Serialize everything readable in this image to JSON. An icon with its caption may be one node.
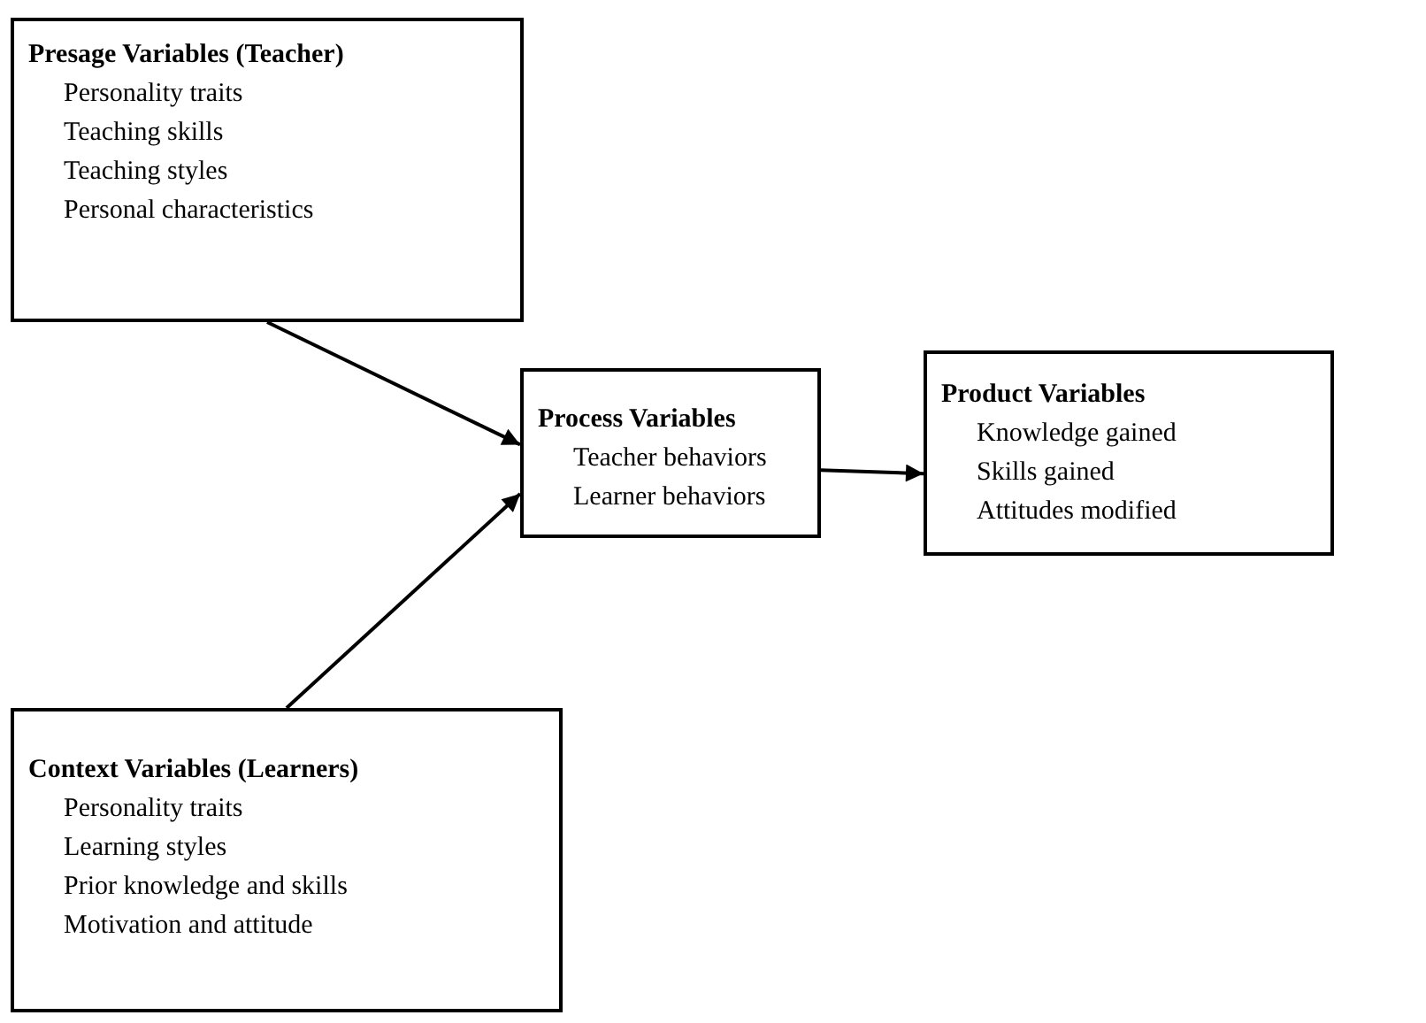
{
  "diagram": {
    "nodes": [
      {
        "text": [
          "Presage Variables (Teacher)",
          "Personality traits",
          "Teaching skills",
          "Teaching styles",
          "Personal characteristics"
        ]
      },
      {
        "text": [
          "Process Variables",
          "Teacher behaviors",
          "Learner behaviors"
        ]
      },
      {
        "text": [
          "Context Variables (Learners)",
          "Personality traits",
          "Learning styles",
          "Prior knowledge and skills",
          "Motivation and attitude"
        ]
      },
      {
        "text": [
          "Product Variables",
          "Knowledge gained",
          "Skills gained",
          "Attitudes modified"
        ]
      }
    ],
    "edges": [
      {
        "from": 0,
        "to": 1,
        "arrow": "to"
      },
      {
        "from": 2,
        "to": 1,
        "arrow": "to"
      },
      {
        "from": 1,
        "to": 3,
        "arrow": "to"
      }
    ]
  }
}
